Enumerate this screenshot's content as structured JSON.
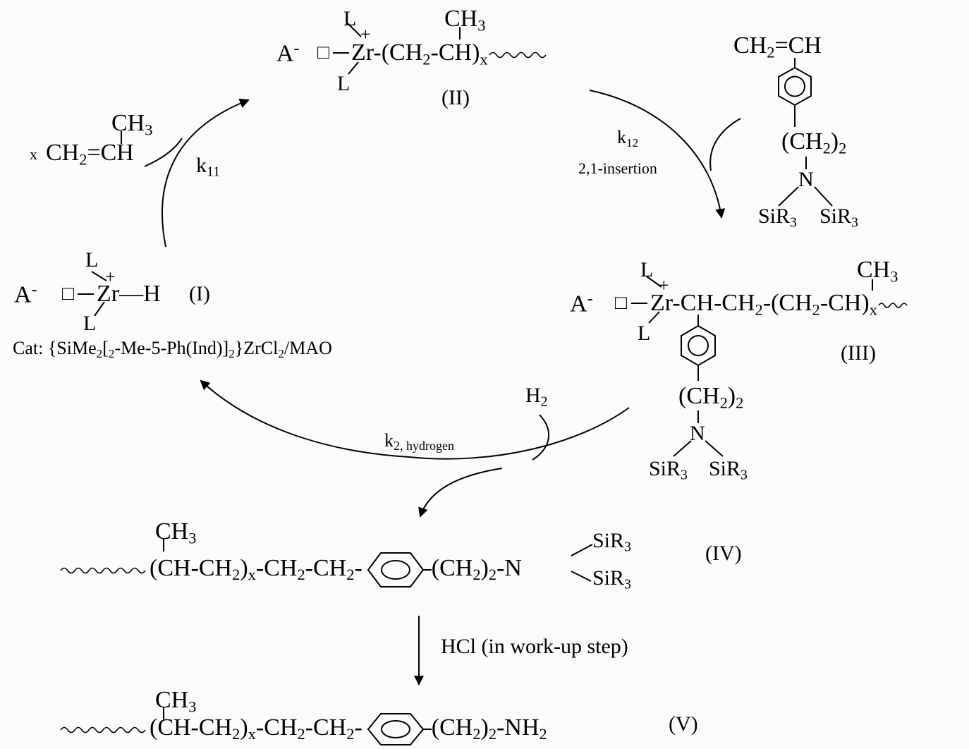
{
  "compounds": {
    "I": {
      "anion": "A",
      "anion_charge": "-",
      "vacancy": "□",
      "ligand_top": "L",
      "ligand_bottom": "L",
      "charge": "+",
      "metal": "Zr",
      "bond": "—",
      "group": "H",
      "label": "(I)"
    },
    "II": {
      "anion": "A",
      "anion_charge": "-",
      "vacancy": "□",
      "ligand_top": "L",
      "ligand_bottom": "L",
      "charge": "+",
      "methyl": "CH",
      "methyl_sub": "3",
      "chain_a": "Zr-(CH",
      "chain_a_sub": "2",
      "chain_b": "-CH)",
      "chain_x": "x",
      "label": "(II)"
    },
    "III": {
      "anion": "A",
      "anion_charge": "-",
      "vacancy": "□",
      "ligand_top": "L",
      "ligand_bottom": "L",
      "charge": "+",
      "methyl": "CH",
      "methyl_sub": "3",
      "chain_a": "Zr-CH-CH",
      "chain_a_sub": "2",
      "chain_b": "-(CH",
      "chain_b_sub": "2",
      "chain_c": "-CH)",
      "chain_x": "x",
      "spacer": "(CH",
      "spacer_sub": "2",
      "spacer_close": ")",
      "spacer_count": "2",
      "nitrogen": "N",
      "silyl_1": "SiR",
      "silyl_1_sub": "3",
      "silyl_2": "SiR",
      "silyl_2_sub": "3",
      "label": "(III)"
    },
    "IV": {
      "methyl": "CH",
      "methyl_sub": "3",
      "chain_a": "(CH-CH",
      "chain_a_sub": "2",
      "chain_b": ")",
      "chain_x": "x",
      "chain_c": "-CH",
      "chain_c_sub": "2",
      "chain_d": "-CH",
      "chain_d_sub": "2",
      "chain_e": "-",
      "spacer": "(CH",
      "spacer_sub": "2",
      "spacer_close": ")",
      "spacer_count": "2",
      "spacer_end": "-N",
      "silyl_1": "SiR",
      "silyl_1_sub": "3",
      "silyl_2": "SiR",
      "silyl_2_sub": "3",
      "label": "(IV)"
    },
    "V": {
      "methyl": "CH",
      "methyl_sub": "3",
      "chain_a": "(CH-CH",
      "chain_a_sub": "2",
      "chain_b": ")",
      "chain_x": "x",
      "chain_c": "-CH",
      "chain_c_sub": "2",
      "chain_d": "-CH",
      "chain_d_sub": "2",
      "chain_e": "-",
      "spacer": "(CH",
      "spacer_sub": "2",
      "spacer_close": ")",
      "spacer_count": "2",
      "spacer_end": "-NH",
      "spacer_end_sub": "2",
      "label": "(V)"
    }
  },
  "reagents": {
    "propylene": {
      "coefficient": "x",
      "methyl": "CH",
      "methyl_sub": "3",
      "vinyl_a": "CH",
      "vinyl_a_sub": "2",
      "vinyl_b": "=CH"
    },
    "styrene_monomer": {
      "vinyl_a": "CH",
      "vinyl_a_sub": "2",
      "vinyl_b": "=CH",
      "spacer": "(CH",
      "spacer_sub": "2",
      "spacer_close": ")",
      "spacer_count": "2",
      "nitrogen": "N",
      "silyl_1": "SiR",
      "silyl_1_sub": "3",
      "silyl_2": "SiR",
      "silyl_2_sub": "3"
    },
    "hydrogen": {
      "symbol": "H",
      "symbol_sub": "2"
    }
  },
  "steps": {
    "k11": {
      "k": "k",
      "k_sub": "11"
    },
    "k12": {
      "k": "k",
      "k_sub": "12",
      "note": "2,1-insertion"
    },
    "k2": {
      "k": "k",
      "k_sub": "2, hydrogen"
    },
    "workup": {
      "text": "HCl (in work-up step)"
    }
  },
  "catalyst": {
    "prefix": "Cat: {SiMe",
    "s1": "2",
    "mid1": "[",
    "s2": "2",
    "mid2": "-Me-5-Ph(Ind)]",
    "s3": "2",
    "mid3": "}ZrCl",
    "s4": "2",
    "suffix": "/MAO"
  }
}
